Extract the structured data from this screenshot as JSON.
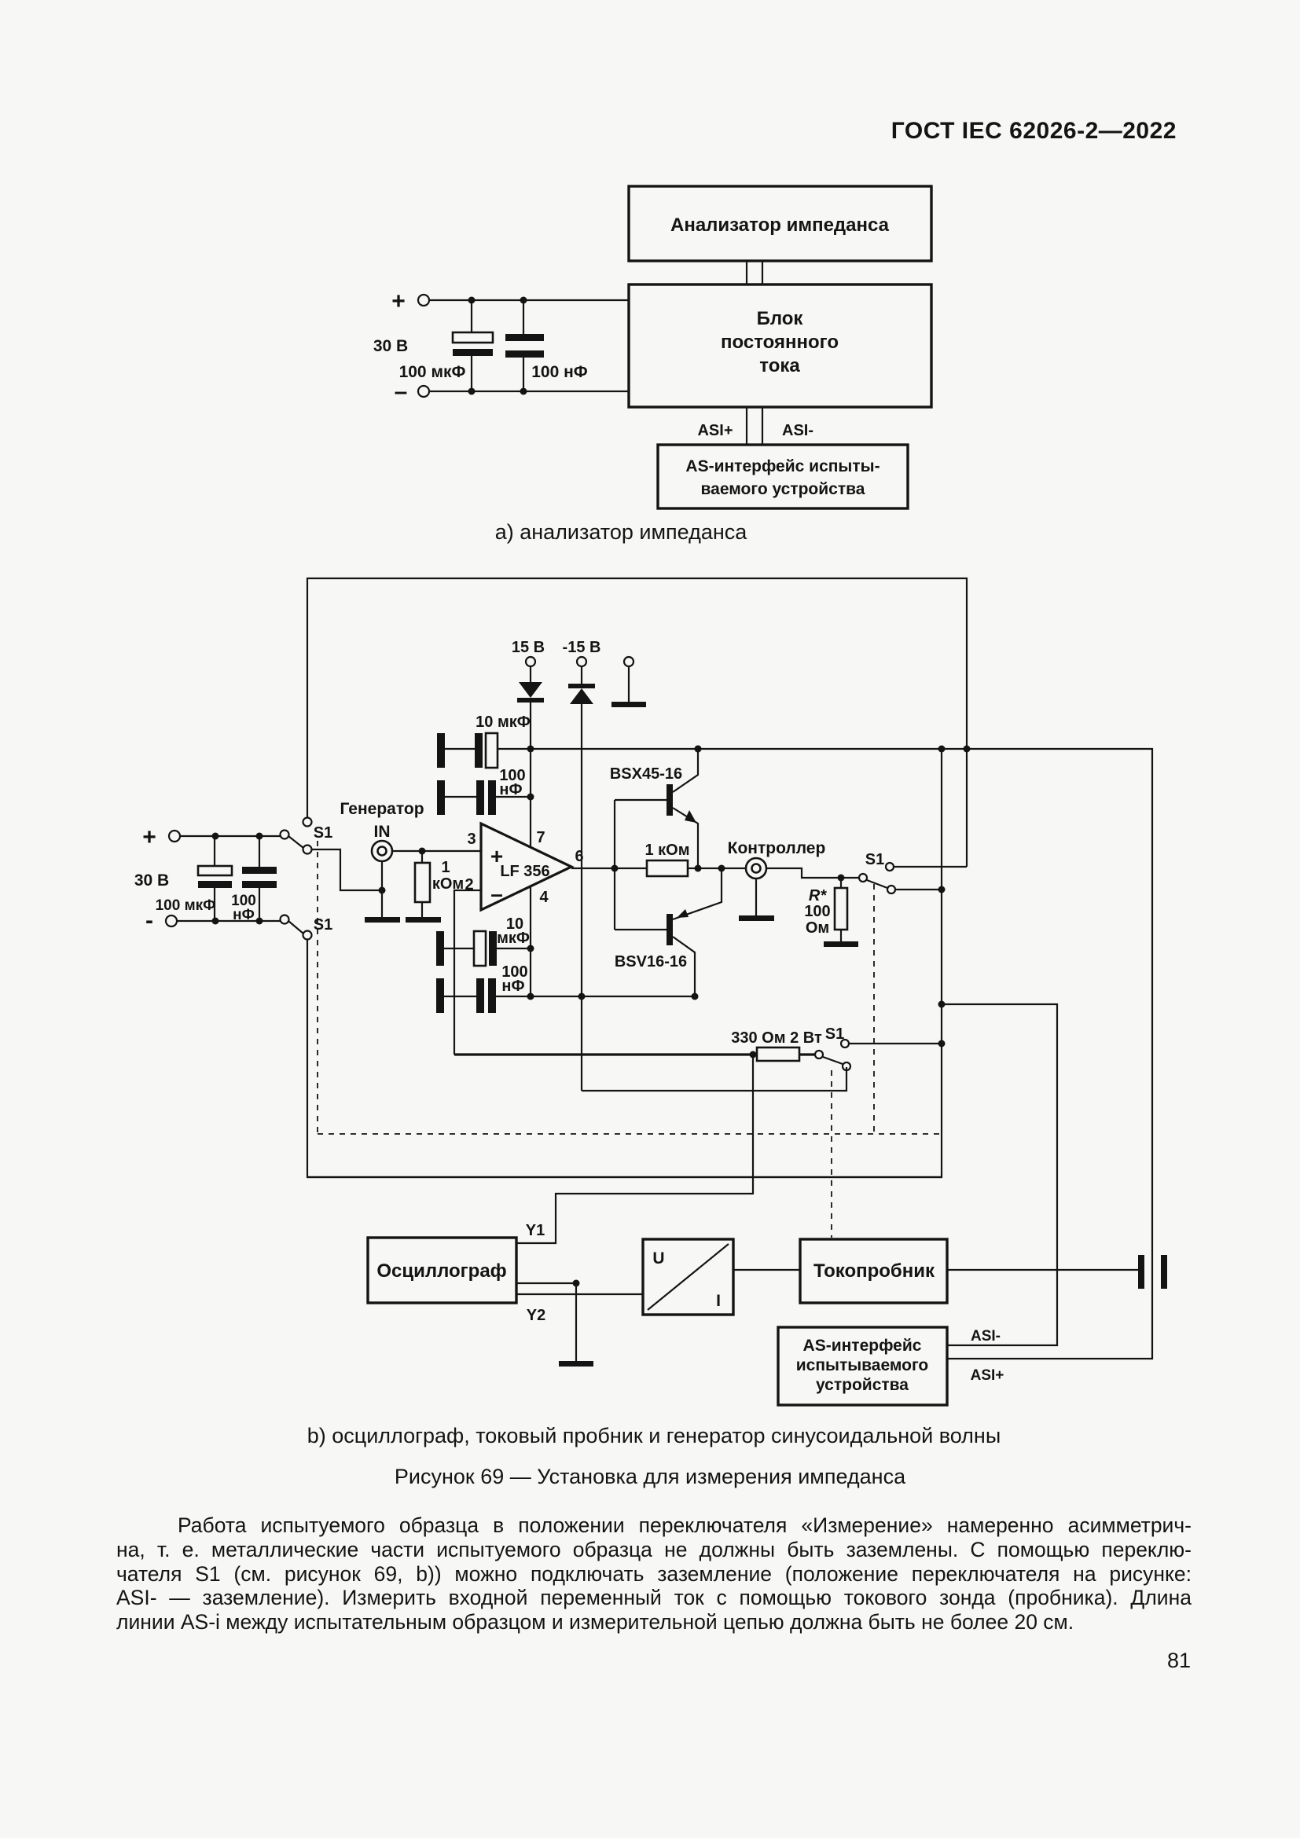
{
  "page": {
    "header": "ГОСТ IEC 62026-2—2022",
    "page_number": "81"
  },
  "fig_a": {
    "analyzer_box": "Анализатор импеданса",
    "dc_box": [
      "Блок",
      "постоянного",
      "тока"
    ],
    "as_box": [
      "AS-интерфейс испыты-",
      "ваемого устройства"
    ],
    "asi_plus": "ASI+",
    "asi_minus": "ASI-",
    "plus": "+",
    "minus": "–",
    "voltage": "30 В",
    "cap1": "100 мкФ",
    "cap2": "100 нФ",
    "caption": "а) анализатор импеданса"
  },
  "fig_b": {
    "v_pos": "15 В",
    "v_neg": "-15 В",
    "cap_top1": "10 мкФ",
    "cap_top2": [
      "100",
      "нФ"
    ],
    "cap_bot1": [
      "10",
      "мкФ"
    ],
    "cap_bot2": [
      "100",
      "нФ"
    ],
    "source": {
      "plus": "+",
      "minus": "-",
      "voltage": "30 В",
      "cap1": "100 мкФ",
      "cap2": [
        "100",
        "нФ"
      ]
    },
    "s1": "S1",
    "generator": "Генератор",
    "gen_in": "IN",
    "r_in": [
      "1",
      "кОм"
    ],
    "opamp": {
      "name": "LF 356",
      "pin3": "3",
      "pin2": "2",
      "pin7": "7",
      "pin4": "4",
      "pin6": "6",
      "plus": "+",
      "minus": "–"
    },
    "bsx": "BSX45-16",
    "bsv": "BSV16-16",
    "r_out": "1 кОм",
    "controller": "Контроллер",
    "r_star": {
      "name": "R*",
      "val1": "100",
      "val2": "Ом"
    },
    "r330": "330 Ом 2 Вт",
    "scope": "Осциллограф",
    "y1": "Y1",
    "y2": "Y2",
    "ui": {
      "u": "U",
      "i": "I"
    },
    "probe": "Токопробник",
    "as_box": [
      "AS-интерфейс",
      "испытываемого",
      "устройства"
    ],
    "asi_minus": "ASI-",
    "asi_plus": "ASI+",
    "caption": "b) осциллограф, токовый пробник и генератор синусоидальной волны",
    "fig_caption": "Рисунок 69 — Установка для измерения импеданса"
  },
  "body_text": {
    "line1": "Работа испытуемого образца в положении переключателя «Измерение» намеренно асимметрич-",
    "line2": "на, т. е. металлические части испытуемого образца не должны быть заземлены. С помощью переклю-",
    "line3": "чателя S1 (см. рисунок 69, b)) можно подключать заземление (положение переключателя на рисунке:",
    "line4": "ASI- — заземление). Измерить входной переменный ток с помощью токового зонда (пробника). Длина",
    "line5": "линии AS-i между испытательным образцом и измерительной цепью должна быть не более 20 см."
  }
}
